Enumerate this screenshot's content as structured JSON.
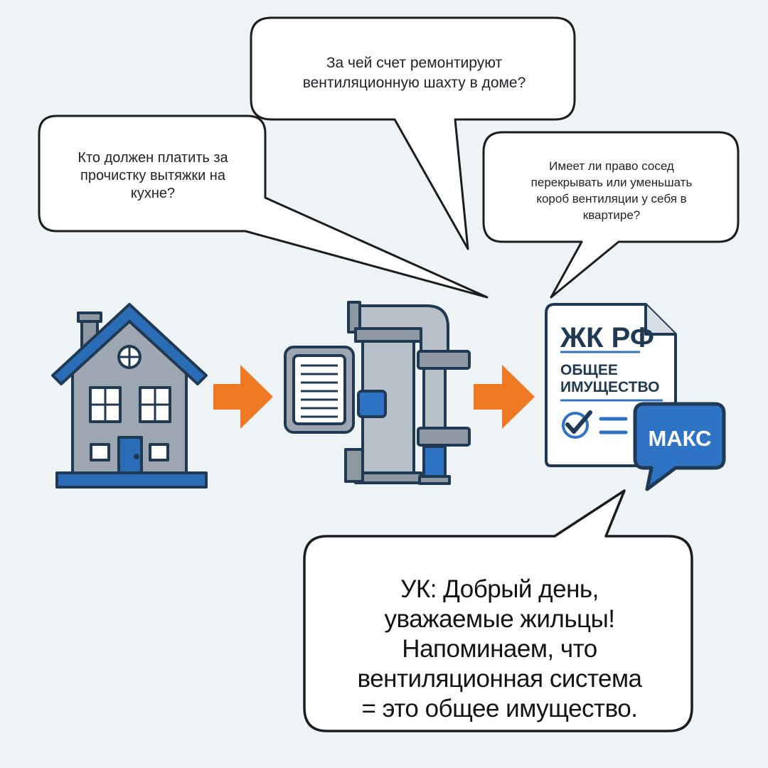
{
  "bubbles": {
    "kitchen_question": "Кто должен платить за\nпрочистку вытяжки на\nкухне?",
    "shaft_question": "За чей счет ремонтируют\nвентиляционную шахту в доме?",
    "neighbor_question": "Имеет ли право сосед\nперекрывать или уменьшать\nкороб вентиляции у себя в\nквартире?",
    "answer": "УК: Добрый день,\nуважаемые жильцы!\nНапоминаем, что\nвентиляционная система\n= это общее имущество."
  },
  "document": {
    "heading": "ЖК РФ",
    "subheading_line1": "ОБЩЕЕ",
    "subheading_line2": "ИМУЩЕСТВО",
    "badge": "МАКС"
  },
  "icons": {
    "house": "house-icon",
    "ventilation": "ventilation-pipe-icon",
    "document": "document-icon",
    "checkmark": "check-icon",
    "chat": "chat-bubble-icon",
    "arrow": "arrow-right-icon"
  },
  "colors": {
    "background": "#eef4f6",
    "outline": "#1f3a52",
    "roof_blue": "#2b6cb6",
    "wall_gray": "#9ea7b1",
    "accent_blue": "#2f73c4",
    "arrow_orange": "#f07a24",
    "bubble_fill": "#ffffff",
    "badge_blue": "#2f73c4"
  }
}
